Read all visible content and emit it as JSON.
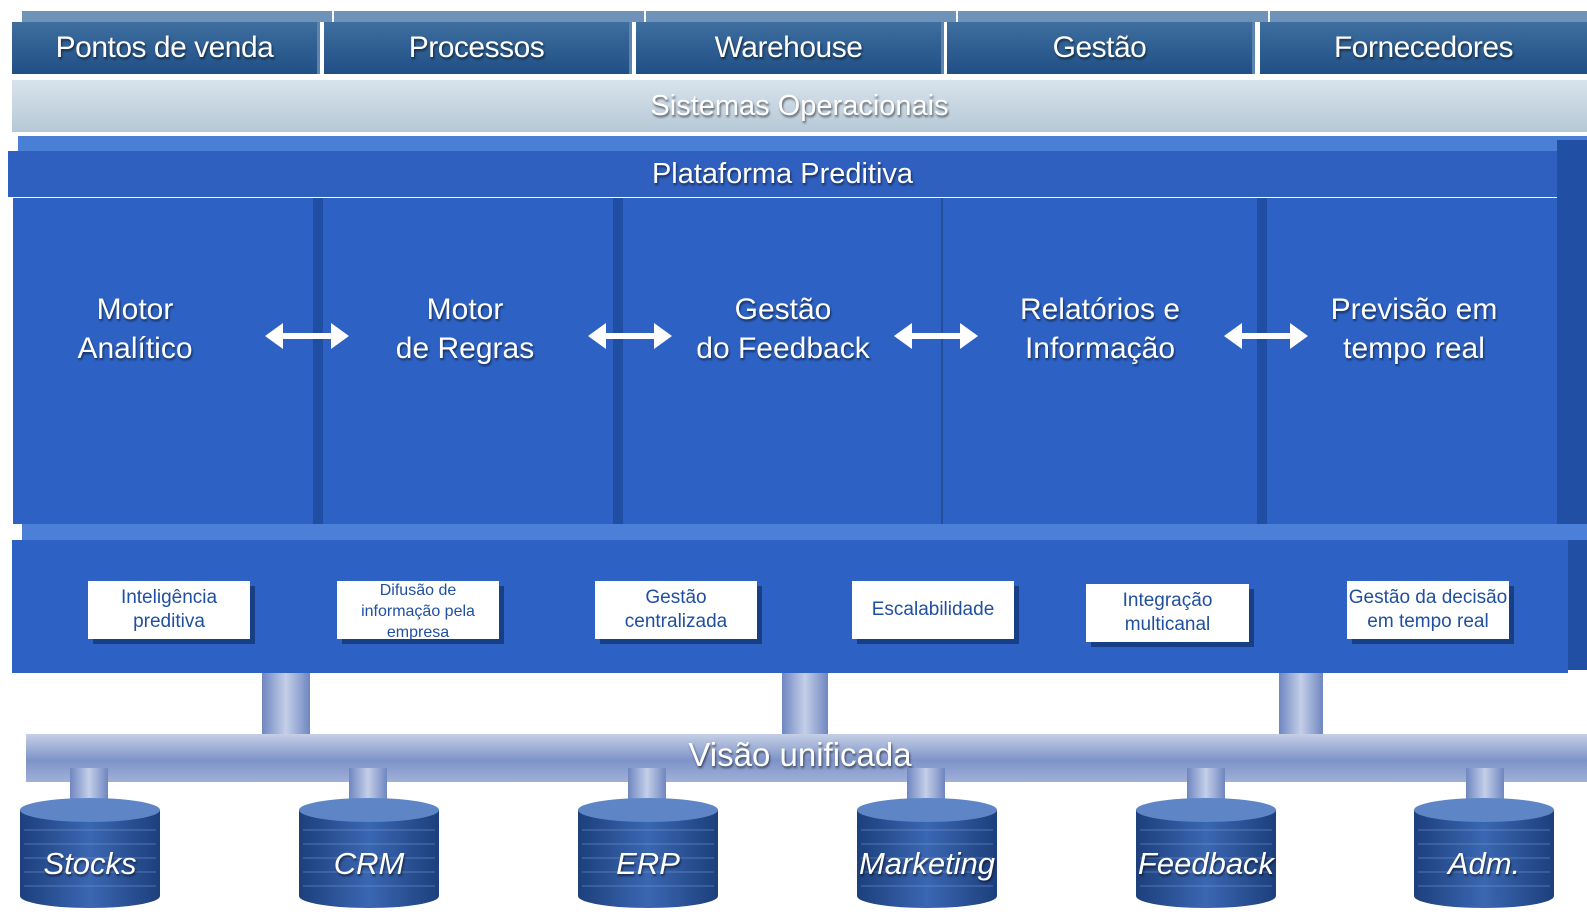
{
  "top_tabs": [
    "Pontos de venda",
    "Processos",
    "Warehouse",
    "Gestão",
    "Fornecedores"
  ],
  "operational_systems": "Sistemas Operacionais",
  "platform_title": "Plataforma Preditiva",
  "modules": [
    {
      "line1": "Motor",
      "line2": "Analítico"
    },
    {
      "line1": "Motor",
      "line2": "de Regras"
    },
    {
      "line1": "Gestão",
      "line2": "do Feedback"
    },
    {
      "line1": "Relatórios e",
      "line2": "Informação"
    },
    {
      "line1": "Previsão em",
      "line2": "tempo real"
    }
  ],
  "features": [
    {
      "line1": "Inteligência",
      "line2": "preditiva"
    },
    {
      "line1": "Difusão de",
      "line2": "informação pela",
      "line3": "empresa"
    },
    {
      "line1": "Gestão",
      "line2": "centralizada"
    },
    {
      "line1": "Escalabilidade"
    },
    {
      "line1": "Integração",
      "line2": "multicanal"
    },
    {
      "line1": "Gestão da decisão",
      "line2": "em tempo real"
    }
  ],
  "unified_view": "Visão unificada",
  "databases": [
    "Stocks",
    "CRM",
    "ERP",
    "Marketing",
    "Feedback",
    "Adm."
  ],
  "colors": {
    "tab": "#2a5a90",
    "operational": "#c3d3df",
    "platform": "#2d62c4",
    "feature_box_text": "#1f4f9f",
    "bus": "#8fa3d2"
  }
}
